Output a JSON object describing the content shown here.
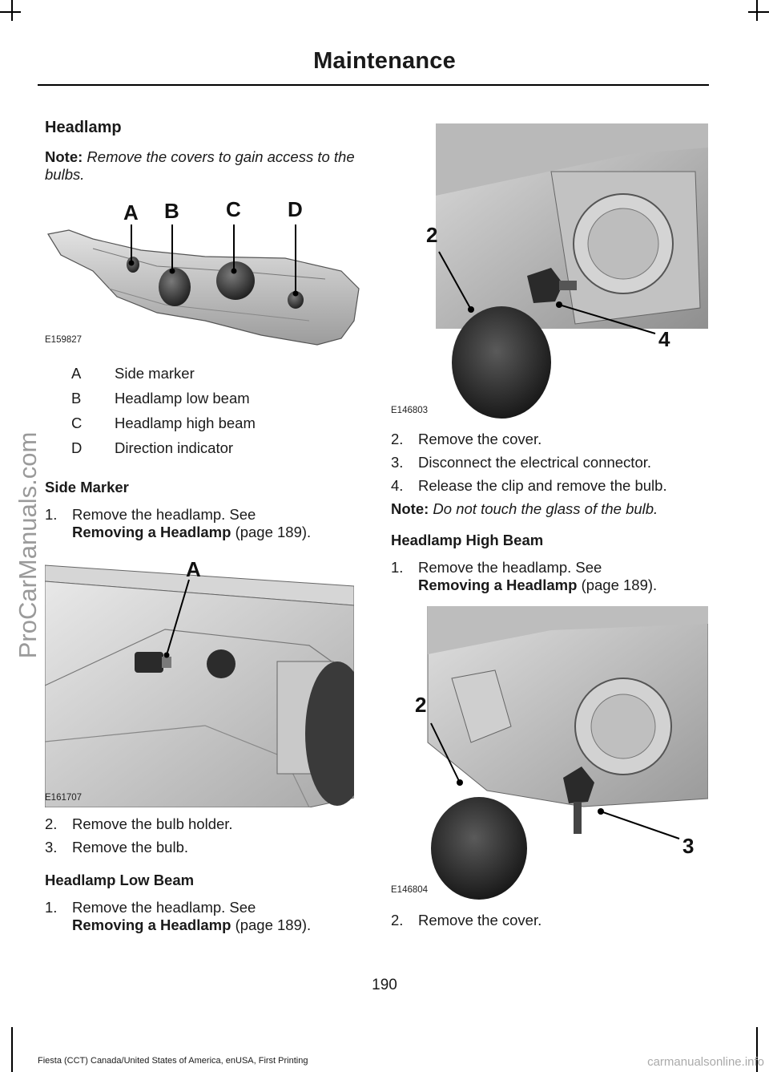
{
  "header": {
    "title": "Maintenance"
  },
  "watermark_side": "ProCarManuals.com",
  "left_column": {
    "section_title": "Headlamp",
    "note": {
      "label": "Note:",
      "text": "Remove the covers to gain access to the bulbs."
    },
    "figure1": {
      "code": "E159827",
      "callouts": [
        "A",
        "B",
        "C",
        "D"
      ]
    },
    "legend": [
      {
        "key": "A",
        "value": "Side marker"
      },
      {
        "key": "B",
        "value": "Headlamp low beam"
      },
      {
        "key": "C",
        "value": "Headlamp high beam"
      },
      {
        "key": "D",
        "value": "Direction indicator"
      }
    ],
    "side_marker": {
      "title": "Side Marker",
      "step1": {
        "num": "1.",
        "text": "Remove the headlamp.  See",
        "ref": "Removing a Headlamp",
        "page": "(page 189)."
      },
      "figure": {
        "code": "E161707",
        "callout": "A"
      },
      "step2": {
        "num": "2.",
        "text": "Remove the bulb holder."
      },
      "step3": {
        "num": "3.",
        "text": "Remove the bulb."
      }
    },
    "low_beam": {
      "title": "Headlamp Low Beam",
      "step1": {
        "num": "1.",
        "text": "Remove the headlamp.  See",
        "ref": "Removing a Headlamp",
        "page": "(page 189)."
      }
    }
  },
  "right_column": {
    "figure1": {
      "code": "E146803",
      "callouts": [
        "2",
        "4"
      ]
    },
    "steps": [
      {
        "num": "2.",
        "text": "Remove the cover."
      },
      {
        "num": "3.",
        "text": "Disconnect the electrical connector."
      },
      {
        "num": "4.",
        "text": "Release the clip and remove the bulb."
      }
    ],
    "note": {
      "label": "Note:",
      "text": "Do not touch the glass of the bulb."
    },
    "high_beam": {
      "title": "Headlamp High Beam",
      "step1": {
        "num": "1.",
        "text": "Remove the headlamp.  See",
        "ref": "Removing a Headlamp",
        "page": "(page 189)."
      },
      "figure": {
        "code": "E146804",
        "callouts": [
          "2",
          "3"
        ]
      },
      "step2": {
        "num": "2.",
        "text": "Remove the cover."
      }
    }
  },
  "page_number": "190",
  "footer": "Fiesta (CCT) Canada/United States of America, enUSA, First Printing",
  "watermark_bottom": "carmanualsonline.info"
}
